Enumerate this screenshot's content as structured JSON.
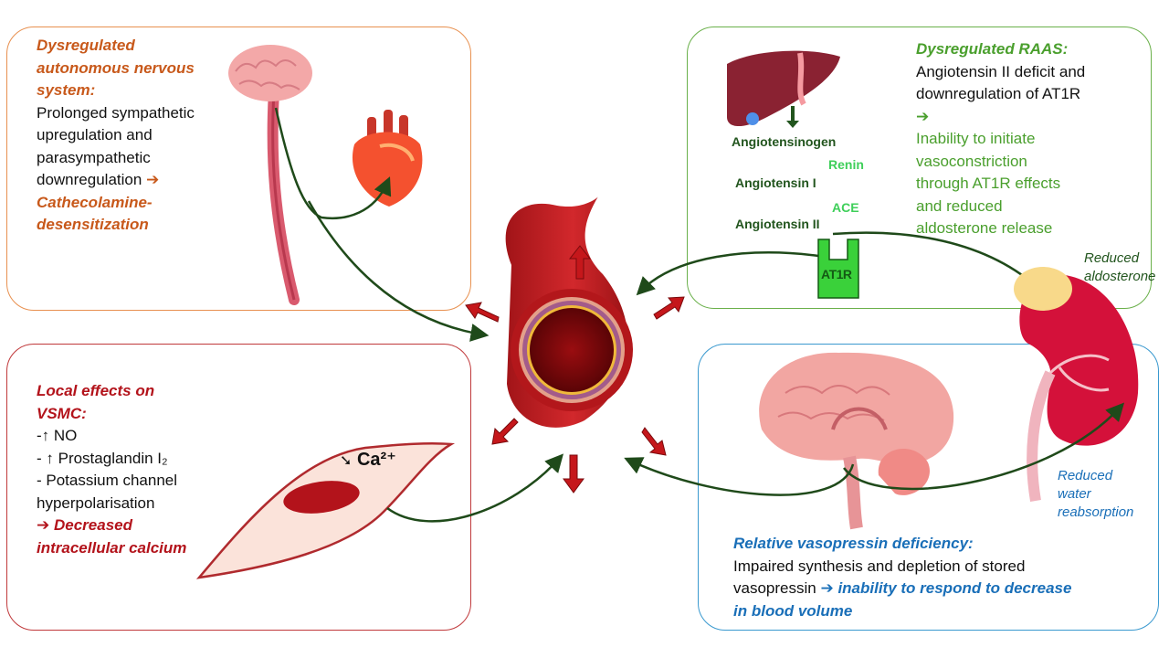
{
  "ans": {
    "title_1": "Dysregulated",
    "title_2": "autonomous nervous",
    "title_3": "system:",
    "body_1": "Prolonged sympathetic",
    "body_2": "upregulation and",
    "body_3": "parasympathetic",
    "body_4": "downregulation",
    "arrow": "➔",
    "result_1": "Cathecolamine-",
    "result_2": "desensitization"
  },
  "raas": {
    "title": "Dysregulated RAAS:",
    "body_1": "Angiotensin II deficit and",
    "body_2": "downregulation of AT1R",
    "arrow": "➔",
    "result_1": "Inability to initiate",
    "result_2": "vasoconstriction",
    "result_3": "through AT1R effects",
    "result_4": "and reduced",
    "result_5": "aldosterone release",
    "cascade": {
      "angiotensinogen": "Angiotensinogen",
      "renin": "Renin",
      "angiotensin_1": "Angiotensin I",
      "ace": "ACE",
      "angiotensin_2": "Angiotensin II",
      "receptor": "AT1R"
    }
  },
  "vsmc": {
    "title_1": "Local effects on",
    "title_2": "VSMC:",
    "item_1": "-↑ NO",
    "item_2": "- ↑ Prostaglandin I₂",
    "item_3": "- Potassium channel",
    "item_4": "hyperpolarisation",
    "arrow": "➔",
    "result_1": "Decreased",
    "result_2": "intracellular calcium",
    "calcium_arrow": "➘",
    "calcium_label": "Ca²⁺"
  },
  "vasopressin": {
    "title": "Relative vasopressin deficiency:",
    "body_1": "Impaired synthesis and depletion of stored",
    "body_2": "vasopressin",
    "arrow": "➔",
    "result_1": "inability to respond to decrease",
    "result_2": "in blood volume"
  },
  "kidney": {
    "aldosterone_1": "Reduced",
    "aldosterone_2": "aldosterone",
    "water_1": "Reduced",
    "water_2": "water",
    "water_3": "reabsorption"
  },
  "colors": {
    "ans": "#e8904f",
    "raas": "#6ab04a",
    "vsmc": "#c0393b",
    "vasopressin": "#3a99cf",
    "connector": "#1f4a1a",
    "vessel": "#b3171b"
  }
}
